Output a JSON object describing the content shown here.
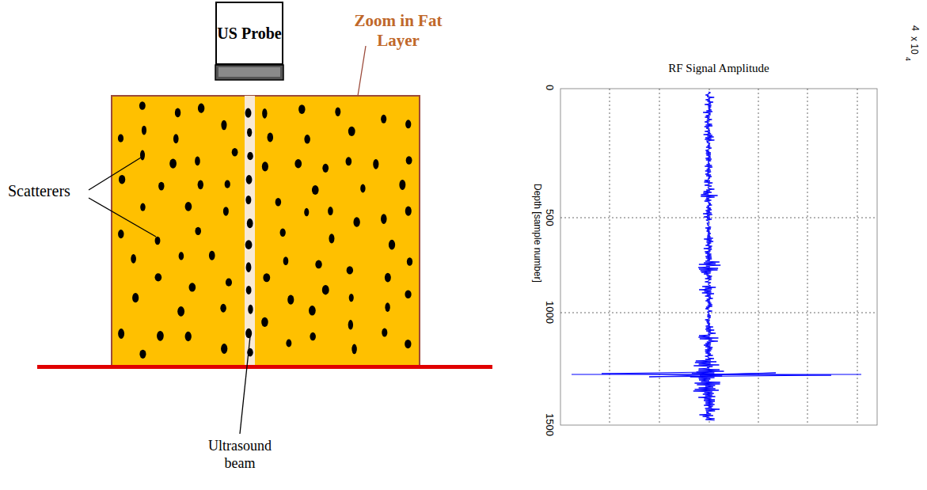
{
  "diagram": {
    "nodes": [
      {
        "text": [
          "US Probe"
        ]
      },
      {
        "text": [
          "Zoom in Fat Layer"
        ]
      }
    ],
    "labels": [
      "Scatterers",
      "Ultrasound beam",
      "RF Signal Amplitude",
      "Depth [sample number]",
      "0",
      "500",
      "1000",
      "1500",
      "4",
      "x 10",
      "4"
    ]
  }
}
